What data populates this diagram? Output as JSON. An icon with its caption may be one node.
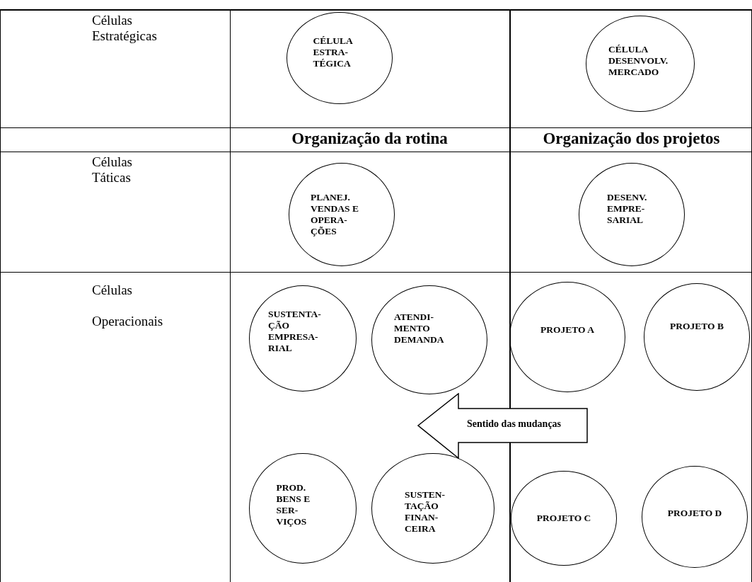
{
  "diagram": {
    "nodes": [
      {
        "text": [
          "CÉLULA ESTRA- TÉGICA"
        ]
      },
      {
        "text": [
          "CÉLULA DESENVOLV. MERCADO"
        ]
      },
      {
        "text": [
          "PLANEJ. VENDAS E OPERA- ÇÕES"
        ]
      },
      {
        "text": [
          "DESENV. EMPRE- SARIAL"
        ]
      },
      {
        "text": [
          "SUSTENTA- ÇÃO EMPRESA- RIAL"
        ]
      },
      {
        "text": [
          "ATENDI- MENTO DEMANDA"
        ]
      },
      {
        "text": [
          "PROJETO A"
        ]
      },
      {
        "text": [
          "PROJETO B"
        ]
      },
      {
        "text": [
          "Sentido das mudanças"
        ]
      },
      {
        "text": [
          "PROD. BENS E SER- VIÇOS"
        ]
      },
      {
        "text": [
          "SUSTEN- TAÇÃO FINAN- CEIRA"
        ]
      },
      {
        "text": [
          "PROJETO C"
        ]
      },
      {
        "text": [
          "PROJETO D"
        ]
      }
    ],
    "labels": [
      "Células Estratégicas",
      "Organização da rotina",
      "Organização dos projetos",
      "Células Táticas",
      "Células Operacionais"
    ]
  }
}
